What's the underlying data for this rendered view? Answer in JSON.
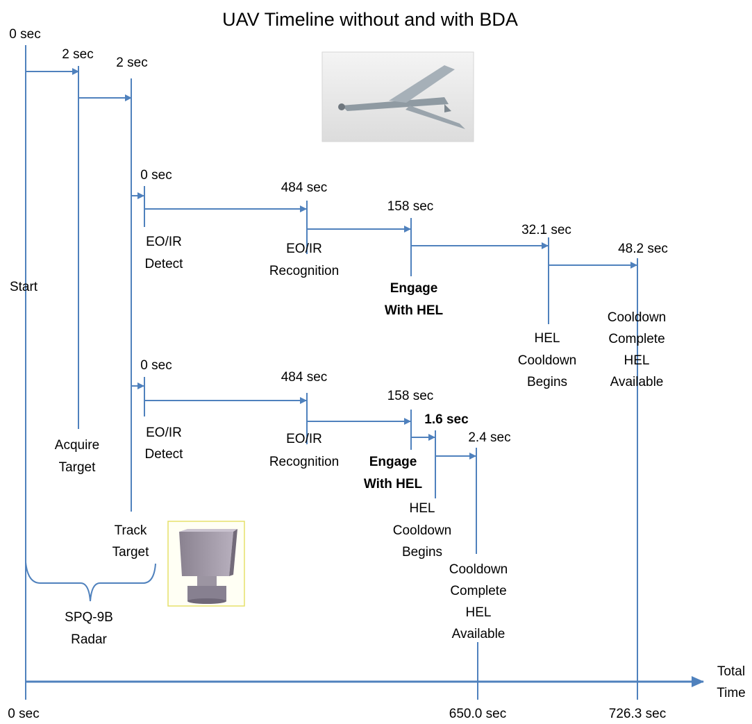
{
  "title": "UAV Timeline without and with BDA",
  "colors": {
    "line": "#4f81bd",
    "text": "#000000"
  },
  "top_labels": {
    "start_time": "0 sec",
    "acquire_time": "2 sec",
    "track_time": "2 sec"
  },
  "side_labels": {
    "start": "Start",
    "acquire": [
      "Acquire",
      "Target"
    ],
    "track": [
      "Track",
      "Target"
    ],
    "radar": [
      "SPQ-9B",
      "Radar"
    ]
  },
  "path_without_bda": {
    "detect_time": "0 sec",
    "detect": [
      "EO/IR",
      "Detect"
    ],
    "recognition_time": "484 sec",
    "recognition": [
      "EO/IR",
      "Recognition"
    ],
    "engage_time": "158 sec",
    "engage": [
      "Engage",
      "With HEL"
    ],
    "cooldown_begin_time": "32.1 sec",
    "cooldown_begin": [
      "HEL",
      "Cooldown",
      "Begins"
    ],
    "cooldown_complete_time": "48.2 sec",
    "cooldown_complete": [
      "Cooldown",
      "Complete",
      "HEL",
      "Available"
    ]
  },
  "path_with_bda": {
    "detect_time": "0 sec",
    "detect": [
      "EO/IR",
      "Detect"
    ],
    "recognition_time": "484 sec",
    "recognition": [
      "EO/IR",
      "Recognition"
    ],
    "engage_time": "158 sec",
    "engage": [
      "Engage",
      "With HEL"
    ],
    "cooldown_begin_time": "1.6 sec",
    "cooldown_begin": [
      "HEL",
      "Cooldown",
      "Begins"
    ],
    "cooldown_complete_time": "2.4 sec",
    "cooldown_complete": [
      "Cooldown",
      "Complete",
      "HEL",
      "Available"
    ]
  },
  "axis": {
    "start": "0 sec",
    "total_1": "650.0 sec",
    "total_2": "726.3 sec",
    "label": [
      "Total",
      "Time"
    ]
  },
  "images": {
    "uav": "uav-aircraft-photo",
    "radar": "radar-antenna-photo"
  }
}
